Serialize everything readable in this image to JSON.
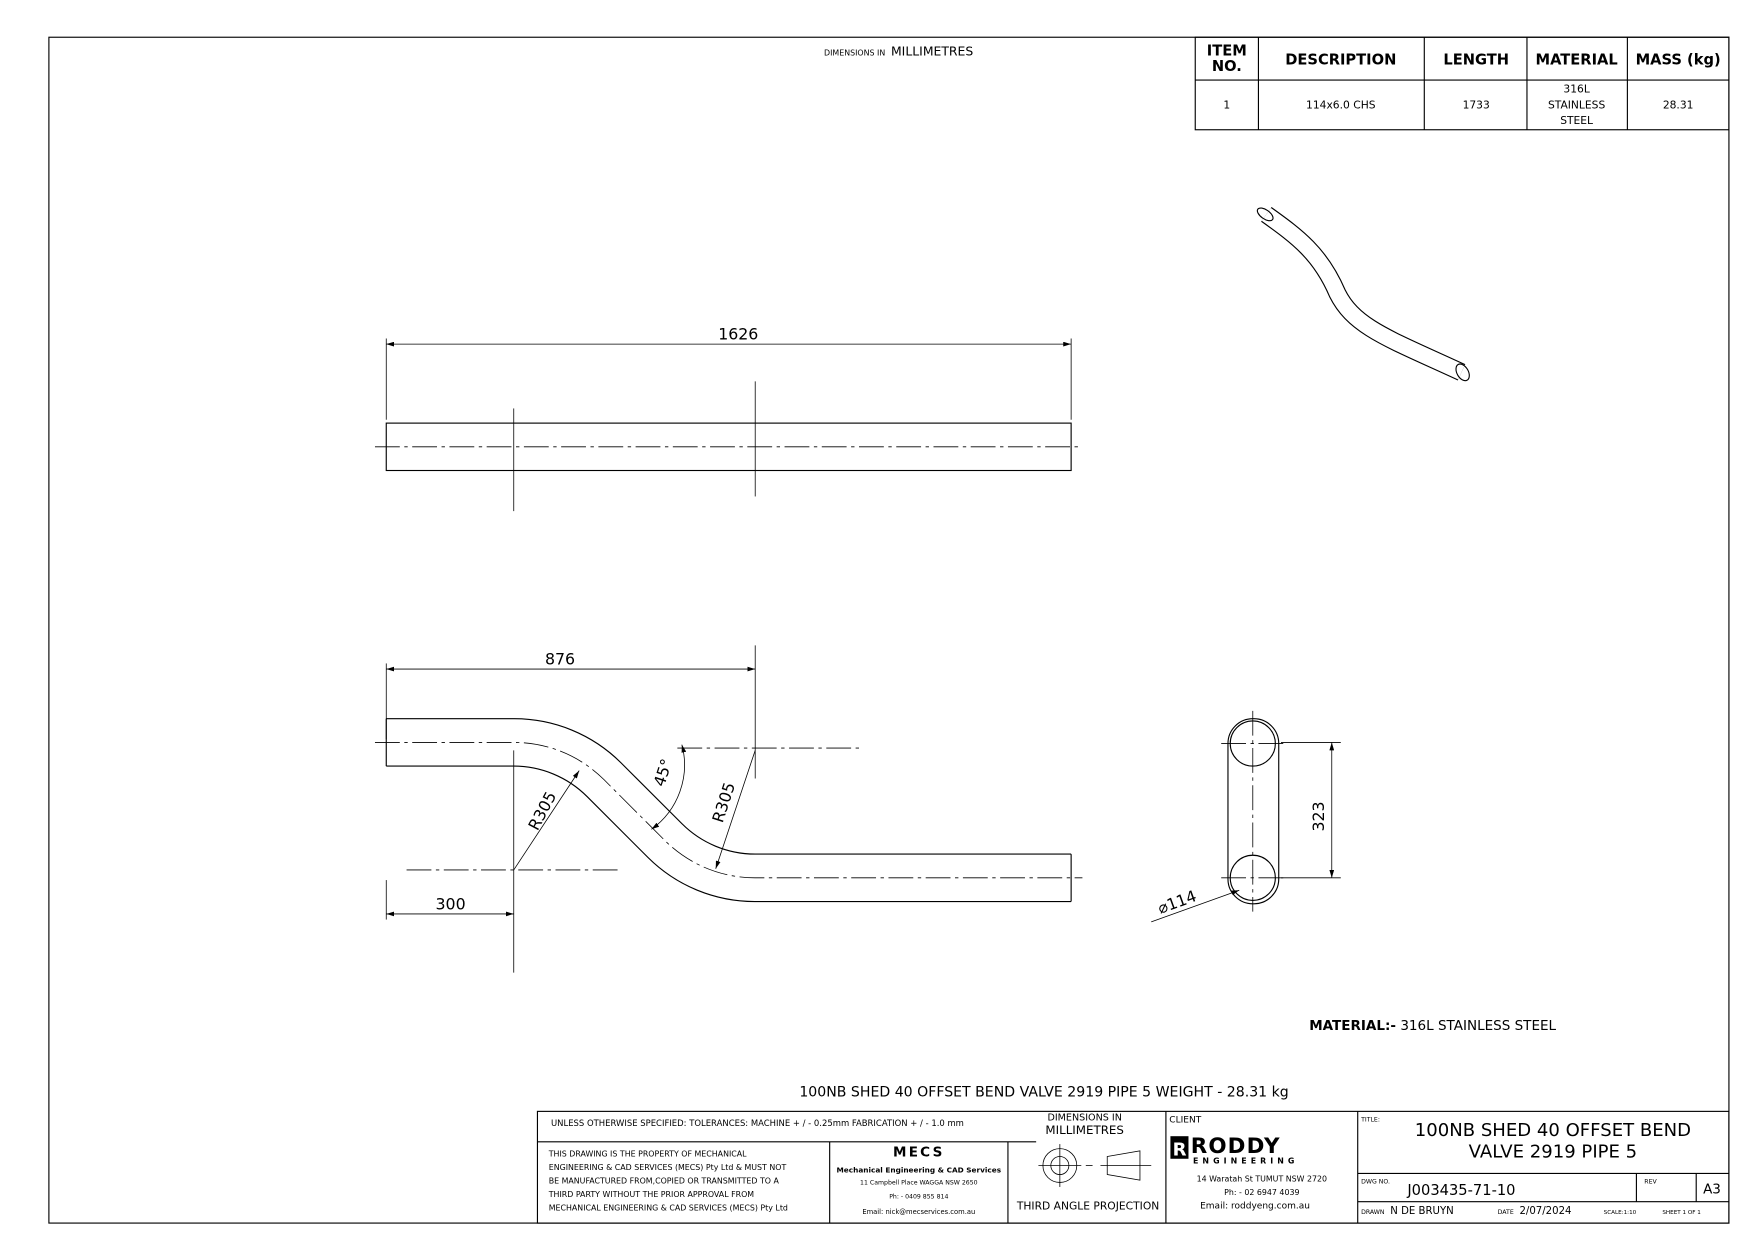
{
  "header_note": {
    "prefix": "DIMENSIONS IN",
    "units": "MILLIMETRES"
  },
  "bom": {
    "headers": [
      "ITEM",
      "NO.",
      "DESCRIPTION",
      "LENGTH",
      "MATERIAL",
      "MASS (kg)"
    ],
    "row": {
      "item": "1",
      "description": "114x6.0 CHS",
      "length": "1733",
      "material": [
        "316L",
        "STAINLESS",
        "STEEL"
      ],
      "mass": "28.31"
    }
  },
  "dimensions": {
    "overall_length": "1626",
    "offset_length": "876",
    "straight_length": "300",
    "radius_1": "R305",
    "radius_2": "R305",
    "angle": "45°",
    "offset": "323",
    "diameter": "⌀114"
  },
  "material_note": {
    "label": "MATERIAL:-",
    "value": "316L STAINLESS STEEL"
  },
  "weight_note": "100NB SHED 40 OFFSET BEND VALVE 2919 PIPE 5 WEIGHT - 28.31 kg",
  "title_block": {
    "tolerances": "UNLESS OTHERWISE SPECIFIED: TOLERANCES: MACHINE + / - 0.25mm  FABRICATION + / - 1.0 mm",
    "dims_label": [
      "DIMENSIONS IN",
      "MILLIMETRES"
    ],
    "property_notice": [
      "THIS DRAWING IS THE PROPERTY OF MECHANICAL",
      "ENGINEERING & CAD SERVICES (MECS) Pty Ltd & MUST NOT",
      "BE MANUFACTURED FROM,COPIED OR TRANSMITTED TO A",
      "THIRD PARTY WITHOUT THE PRIOR APPROVAL FROM",
      "MECHANICAL ENGINEERING & CAD SERVICES (MECS) Pty Ltd"
    ],
    "mecs": {
      "logo": "MECS",
      "name": "Mechanical Engineering & CAD Services",
      "address": "11 Campbell Place WAGGA NSW 2650",
      "phone": "Ph: - 0409 855 814",
      "email": "Email: nick@mecservices.com.au"
    },
    "projection": "THIRD ANGLE PROJECTION",
    "client": {
      "label": "CLIENT",
      "logo": "RODDY",
      "logo_sub": "ENGINEERING",
      "address": "14 Waratah St TUMUT NSW 2720",
      "phone": "Ph: - 02 6947 4039",
      "email": "Email: roddyeng.com.au"
    },
    "title_label": "TITLE:",
    "title": [
      "100NB SHED 40 OFFSET BEND",
      "VALVE 2919 PIPE 5"
    ],
    "dwg_label": "DWG NO.",
    "dwg_no": "J003435-71-10",
    "rev_label": "REV",
    "size": "A3",
    "drawn_label": "DRAWN",
    "drawn_by": "N DE BRUYN",
    "date_label": "DATE",
    "date": "2/07/2024",
    "scale": "SCALE:1:10",
    "sheet": "SHEET 1 OF 1"
  }
}
